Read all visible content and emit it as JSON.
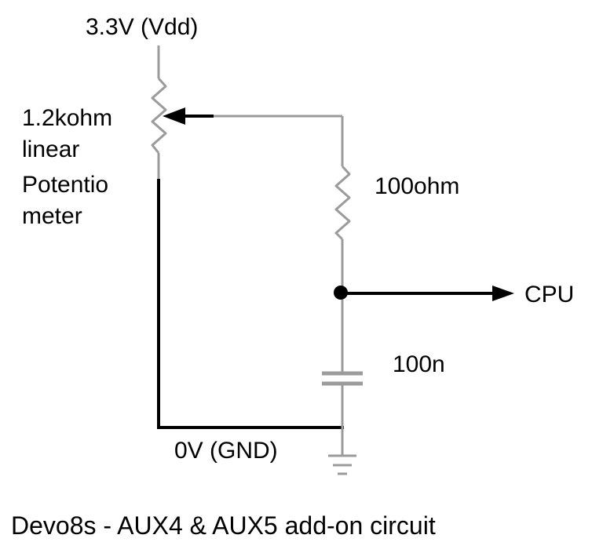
{
  "colors": {
    "wire_dark": "#000000",
    "wire_grey": "#9b9b9b",
    "background": "#ffffff"
  },
  "labels": {
    "supply": "3.3V (Vdd)",
    "pot_line1": "1.2kohm",
    "pot_line2": "linear",
    "pot_line3": "Potentio",
    "pot_line4": "meter",
    "resistor": "100ohm",
    "output": "CPU",
    "capacitor": "100n",
    "ground": "0V (GND)"
  },
  "caption": "Devo8s - AUX4 & AUX5 add-on circuit"
}
